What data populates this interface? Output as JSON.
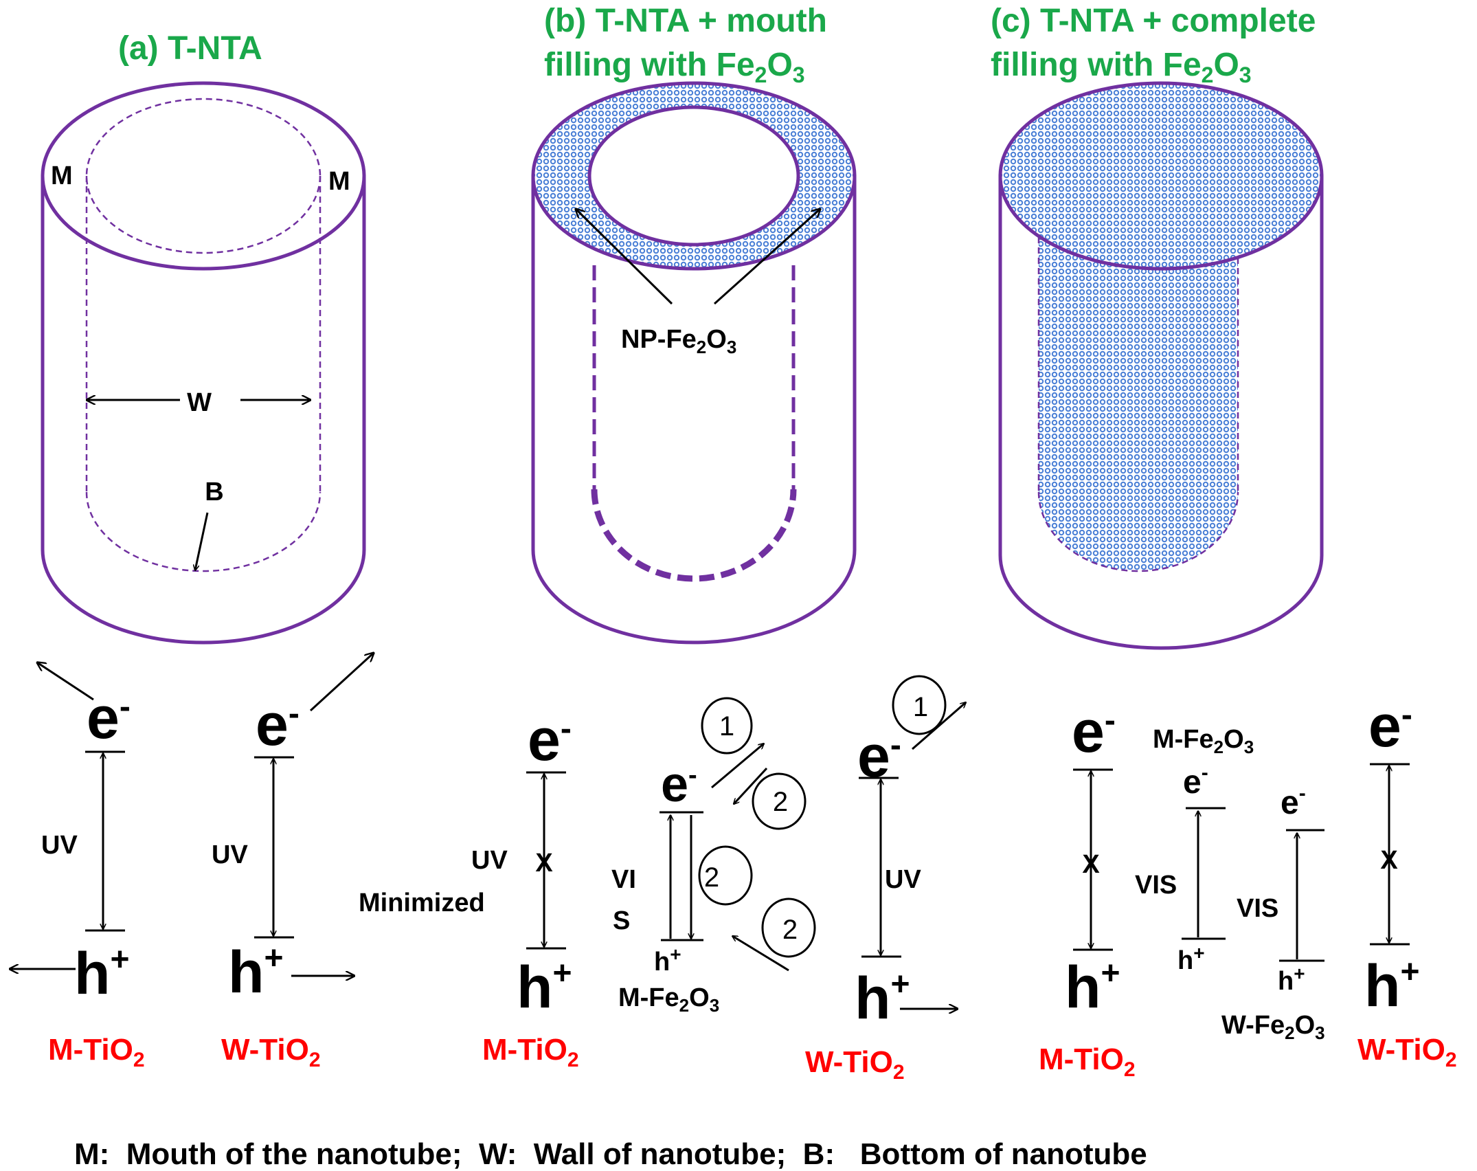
{
  "colors": {
    "tube": "#7030a0",
    "title": "#1aa84a",
    "label": "#ff0000",
    "text": "#000000",
    "fill_dots": "#4a7fd6"
  },
  "panels": {
    "a": {
      "title": "(a) T-NTA",
      "mouth_left": "M",
      "mouth_right": "M",
      "wall": "W",
      "bottom": "B"
    },
    "b": {
      "title_line1": "(b) T-NTA + mouth",
      "title_line2_pre": "filling with Fe",
      "sub2": "2",
      "mid_o": "O",
      "sub3": "3",
      "np_pre": "NP-Fe"
    },
    "c": {
      "title_line1": "(c) T-NTA + complete",
      "title_line2_pre": "filling with Fe",
      "sub2": "2",
      "mid_o": "O",
      "sub3": "3"
    }
  },
  "energy": {
    "electron": "e",
    "minus": "-",
    "hole": "h",
    "plus": "+",
    "uv": "UV",
    "minimized": "Minimized",
    "vis": "VIS",
    "vis_top": "VI",
    "vis_bottom": "S",
    "step1": "1",
    "step2": "2",
    "cross": "X",
    "m_tio2_pre": "M-TiO",
    "w_tio2_pre": "W-TiO",
    "tio2_sub": "2",
    "m_fe_pre": "M-Fe",
    "w_fe_pre": "W-Fe",
    "fe_sub2": "2",
    "fe_o": "O",
    "fe_sub3": "3"
  },
  "footer": "M:  Mouth of the nanotube;  W:  Wall of nanotube;  B:   Bottom of nanotube"
}
